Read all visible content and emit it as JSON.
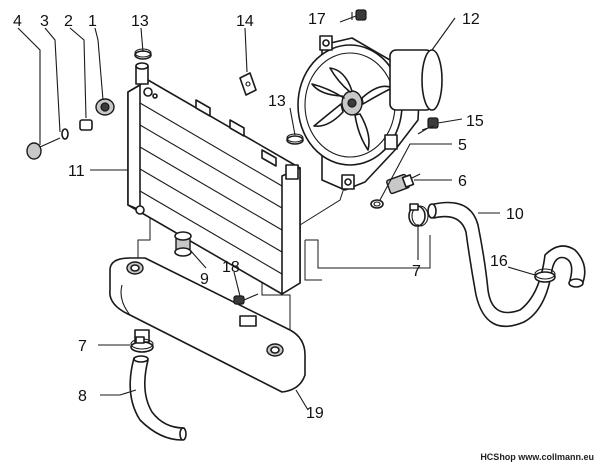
{
  "callouts": {
    "c1": "1",
    "c2": "2",
    "c3": "3",
    "c4": "4",
    "c5": "5",
    "c6": "6",
    "c7a": "7",
    "c7b": "7",
    "c8": "8",
    "c9": "9",
    "c10": "10",
    "c11": "11",
    "c12": "12",
    "c13a": "13",
    "c13b": "13",
    "c14": "14",
    "c15": "15",
    "c16": "16",
    "c17": "17",
    "c18": "18",
    "c19": "19"
  },
  "watermark": "HCShop www.collmann.eu"
}
